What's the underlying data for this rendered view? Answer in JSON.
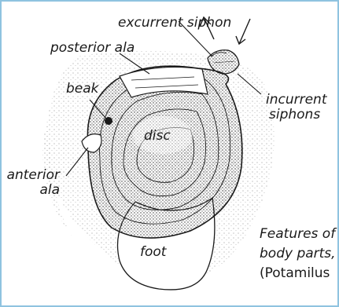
{
  "labels": {
    "excurrent_siphon": "excurrent siphon",
    "posterior_ala": "posterior ala",
    "beak": "beak",
    "incurrent_siphons_line1": "incurrent",
    "incurrent_siphons_line2": "siphons",
    "disc": "disc",
    "anterior_ala_line1": "anterior",
    "anterior_ala_line2": "ala",
    "foot": "foot"
  },
  "caption": {
    "line1": "Features of",
    "line2": "body parts,",
    "line3": "(Potamilus"
  },
  "colors": {
    "frame_border": "#8fc3e0",
    "ink": "#1a1a1a"
  }
}
